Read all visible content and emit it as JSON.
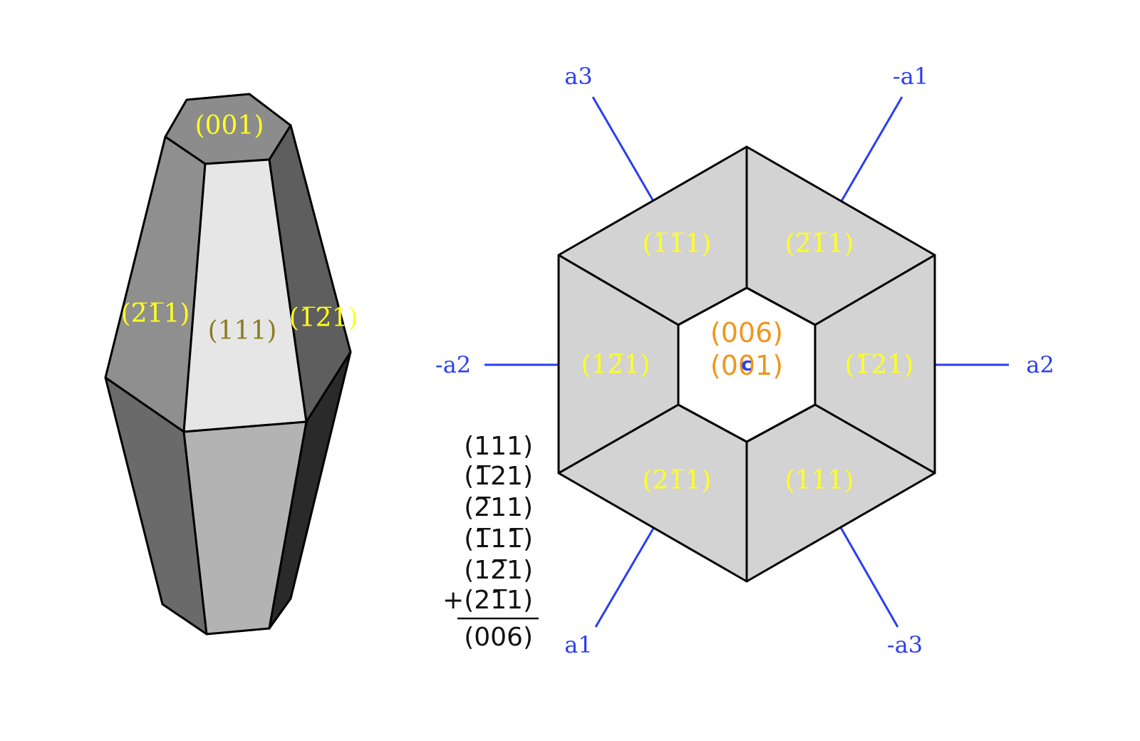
{
  "crystal": {
    "top_face": "(001)",
    "front_face": "(111)",
    "left_face": "(2̅1̅1)",
    "right_face": "(1̅2̅1)"
  },
  "projection": {
    "center_top": "(006)",
    "center_bottom": "(001)",
    "center_symbol": "c",
    "faces": {
      "upper_left": "(1̅1̅1)",
      "upper_right": "(2̅1̅1)",
      "right": "(1̅21)",
      "left": "(12̅1)",
      "lower_left": "(21̅1)",
      "lower_right": "(111)"
    },
    "axes": {
      "a3": "a3",
      "neg_a1": "-a1",
      "neg_a2": "-a2",
      "a2": "a2",
      "a1": "a1",
      "neg_a3": "-a3"
    }
  },
  "sum": {
    "row1": "(111)",
    "row2": "(1̅21)",
    "row3": "(2̅11)",
    "row4": "(1̅11̅)",
    "row5": "(12̅1)",
    "row6": "+(21̅1)",
    "result": "(006)"
  },
  "colors": {
    "face_label": "#ffff22",
    "front_label": "#8a7d22",
    "center_label": "#f0961e",
    "axis": "#2b3ef0"
  }
}
